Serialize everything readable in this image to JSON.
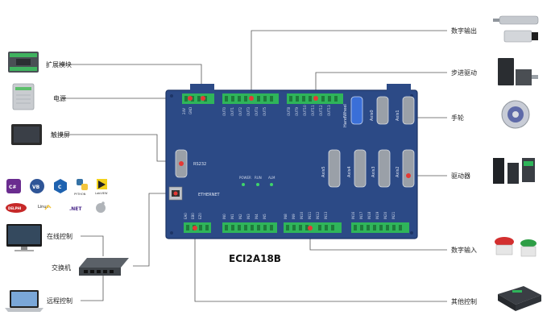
{
  "model": "ECI2A18B",
  "labels": {
    "expansion_module": "扩展模块",
    "power_supply": "电源",
    "touch_screen": "触摸屏",
    "online_control": "在线控制",
    "switch": "交换机",
    "remote_control": "远程控制",
    "digital_output": "数字输出",
    "stepper_drive": "步进驱动",
    "handwheel": "手轮",
    "driver": "驱动器",
    "digital_input": "数字输入",
    "other_control": "其他控制"
  },
  "board": {
    "rs232": "RS232",
    "ethernet": "ETHERNET",
    "leds": [
      "POWER",
      "RUN",
      "ALM"
    ],
    "handwheel_port": "HandWheel",
    "axis_ports_top": [
      "Axis0",
      "Axis1"
    ],
    "axis_ports_bottom": [
      "Axis5",
      "Axis4",
      "Axis3",
      "Axis2"
    ]
  },
  "logos": {
    "csharp": "C#",
    "vb": "VB",
    "cpp": "C",
    "python": "PYTHON",
    "labview": "LabVIEW",
    "delphi": "DELPHI",
    "linux": "Linux",
    "dotnet": ".NET",
    "apple": ""
  },
  "colors": {
    "board": "#2c4a86",
    "board_edge": "#1d3566",
    "terminal": "#2fb55a",
    "port": "#9aa0a8",
    "marker": "#e53935"
  }
}
